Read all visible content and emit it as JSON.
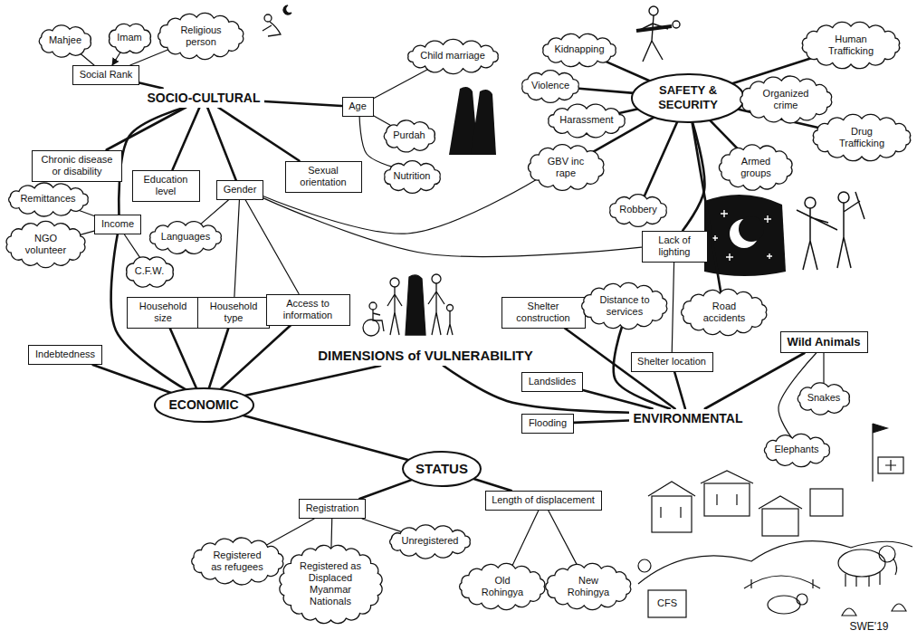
{
  "diagram": {
    "nodes": [
      {
        "text": [
          "DIMENSIONS of VULNERABILITY"
        ]
      },
      {
        "text": [
          "SOCIO-CULTURAL"
        ]
      },
      {
        "text": [
          "Social Rank"
        ]
      },
      {
        "text": [
          "Mahjee"
        ]
      },
      {
        "text": [
          "Imam"
        ]
      },
      {
        "text": [
          "Religious person"
        ]
      },
      {
        "text": [
          "Age"
        ]
      },
      {
        "text": [
          "Child marriage"
        ]
      },
      {
        "text": [
          "Purdah"
        ]
      },
      {
        "text": [
          "Nutrition"
        ]
      },
      {
        "text": [
          "Sexual orientation"
        ]
      },
      {
        "text": [
          "Gender"
        ]
      },
      {
        "text": [
          "Education level"
        ]
      },
      {
        "text": [
          "Chronic disease or disability"
        ]
      },
      {
        "text": [
          "Languages"
        ]
      },
      {
        "text": [
          "ECONOMIC"
        ]
      },
      {
        "text": [
          "Income"
        ]
      },
      {
        "text": [
          "Remittances"
        ]
      },
      {
        "text": [
          "NGO volunteer"
        ]
      },
      {
        "text": [
          "C.F.W."
        ]
      },
      {
        "text": [
          "Household size"
        ]
      },
      {
        "text": [
          "Household type"
        ]
      },
      {
        "text": [
          "Access to information"
        ]
      },
      {
        "text": [
          "Indebtedness"
        ]
      },
      {
        "text": [
          "SAFETY & SECURITY"
        ]
      },
      {
        "text": [
          "Kidnapping"
        ]
      },
      {
        "text": [
          "Violence"
        ]
      },
      {
        "text": [
          "Harassment"
        ]
      },
      {
        "text": [
          "GBV inc rape"
        ]
      },
      {
        "text": [
          "Robbery"
        ]
      },
      {
        "text": [
          "Human Trafficking"
        ]
      },
      {
        "text": [
          "Organized crime"
        ]
      },
      {
        "text": [
          "Drug Trafficking"
        ]
      },
      {
        "text": [
          "Armed groups"
        ]
      },
      {
        "text": [
          "Lack of lighting"
        ]
      },
      {
        "text": [
          "Road accidents"
        ]
      },
      {
        "text": [
          "ENVIRONMENTAL"
        ]
      },
      {
        "text": [
          "Shelter construction"
        ]
      },
      {
        "text": [
          "Distance to services"
        ]
      },
      {
        "text": [
          "Shelter location"
        ]
      },
      {
        "text": [
          "Landslides"
        ]
      },
      {
        "text": [
          "Flooding"
        ]
      },
      {
        "text": [
          "Wild Animals"
        ]
      },
      {
        "text": [
          "Snakes"
        ]
      },
      {
        "text": [
          "Elephants"
        ]
      },
      {
        "text": [
          "STATUS"
        ]
      },
      {
        "text": [
          "Registration"
        ]
      },
      {
        "text": [
          "Length of displacement"
        ]
      },
      {
        "text": [
          "Registered as refugees"
        ]
      },
      {
        "text": [
          "Registered as Displaced Myanmar Nationals"
        ]
      },
      {
        "text": [
          "Unregistered"
        ]
      },
      {
        "text": [
          "Old Rohingya"
        ]
      },
      {
        "text": [
          "New Rohingya"
        ]
      }
    ],
    "edges": [
      {
        "from": 4,
        "to": 2,
        "arrow": "to"
      },
      {
        "from": 1,
        "to": 2,
        "arrow": "none"
      },
      {
        "from": 2,
        "to": 3,
        "arrow": "none"
      },
      {
        "from": 2,
        "to": 5,
        "arrow": "none"
      },
      {
        "from": 1,
        "to": 6,
        "arrow": "none"
      },
      {
        "from": 6,
        "to": 7,
        "arrow": "none"
      },
      {
        "from": 6,
        "to": 8,
        "arrow": "none"
      },
      {
        "from": 6,
        "to": 9,
        "arrow": "none"
      },
      {
        "from": 1,
        "to": 10,
        "arrow": "none"
      },
      {
        "from": 1,
        "to": 11,
        "arrow": "none"
      },
      {
        "from": 1,
        "to": 12,
        "arrow": "none"
      },
      {
        "from": 1,
        "to": 13,
        "arrow": "none"
      },
      {
        "from": 1,
        "to": 16,
        "arrow": "none"
      },
      {
        "from": 11,
        "to": 14,
        "arrow": "none"
      },
      {
        "from": 11,
        "to": 21,
        "arrow": "none"
      },
      {
        "from": 11,
        "to": 22,
        "arrow": "none"
      },
      {
        "from": 11,
        "to": 28,
        "arrow": "none"
      },
      {
        "from": 11,
        "to": 34,
        "arrow": "none"
      },
      {
        "from": 16,
        "to": 17,
        "arrow": "none"
      },
      {
        "from": 16,
        "to": 18,
        "arrow": "none"
      },
      {
        "from": 16,
        "to": 19,
        "arrow": "none"
      },
      {
        "from": 16,
        "to": 15,
        "arrow": "none"
      },
      {
        "from": 15,
        "to": 20,
        "arrow": "none"
      },
      {
        "from": 15,
        "to": 21,
        "arrow": "none"
      },
      {
        "from": 15,
        "to": 22,
        "arrow": "none"
      },
      {
        "from": 15,
        "to": 23,
        "arrow": "none"
      },
      {
        "from": 0,
        "to": 15,
        "arrow": "none"
      },
      {
        "from": 0,
        "to": 36,
        "arrow": "none"
      },
      {
        "from": 15,
        "to": 45,
        "arrow": "none"
      },
      {
        "from": 24,
        "to": 25,
        "arrow": "none"
      },
      {
        "from": 24,
        "to": 26,
        "arrow": "none"
      },
      {
        "from": 24,
        "to": 27,
        "arrow": "none"
      },
      {
        "from": 24,
        "to": 28,
        "arrow": "none"
      },
      {
        "from": 24,
        "to": 29,
        "arrow": "none"
      },
      {
        "from": 24,
        "to": 30,
        "arrow": "none"
      },
      {
        "from": 24,
        "to": 31,
        "arrow": "none"
      },
      {
        "from": 24,
        "to": 32,
        "arrow": "none"
      },
      {
        "from": 24,
        "to": 33,
        "arrow": "none"
      },
      {
        "from": 24,
        "to": 34,
        "arrow": "none"
      },
      {
        "from": 24,
        "to": 35,
        "arrow": "none"
      },
      {
        "from": 34,
        "to": 39,
        "arrow": "none"
      },
      {
        "from": 36,
        "to": 37,
        "arrow": "none"
      },
      {
        "from": 36,
        "to": 38,
        "arrow": "none"
      },
      {
        "from": 36,
        "to": 39,
        "arrow": "none"
      },
      {
        "from": 36,
        "to": 40,
        "arrow": "none"
      },
      {
        "from": 36,
        "to": 41,
        "arrow": "none"
      },
      {
        "from": 36,
        "to": 42,
        "arrow": "none"
      },
      {
        "from": 42,
        "to": 43,
        "arrow": "none"
      },
      {
        "from": 42,
        "to": 44,
        "arrow": "none"
      },
      {
        "from": 45,
        "to": 46,
        "arrow": "none"
      },
      {
        "from": 45,
        "to": 47,
        "arrow": "none"
      },
      {
        "from": 46,
        "to": 48,
        "arrow": "none"
      },
      {
        "from": 46,
        "to": 49,
        "arrow": "none"
      },
      {
        "from": 46,
        "to": 50,
        "arrow": "none"
      },
      {
        "from": 47,
        "to": 51,
        "arrow": "none"
      },
      {
        "from": 47,
        "to": 52,
        "arrow": "none"
      }
    ],
    "labels": [
      "CFS",
      "SWE'19"
    ]
  }
}
